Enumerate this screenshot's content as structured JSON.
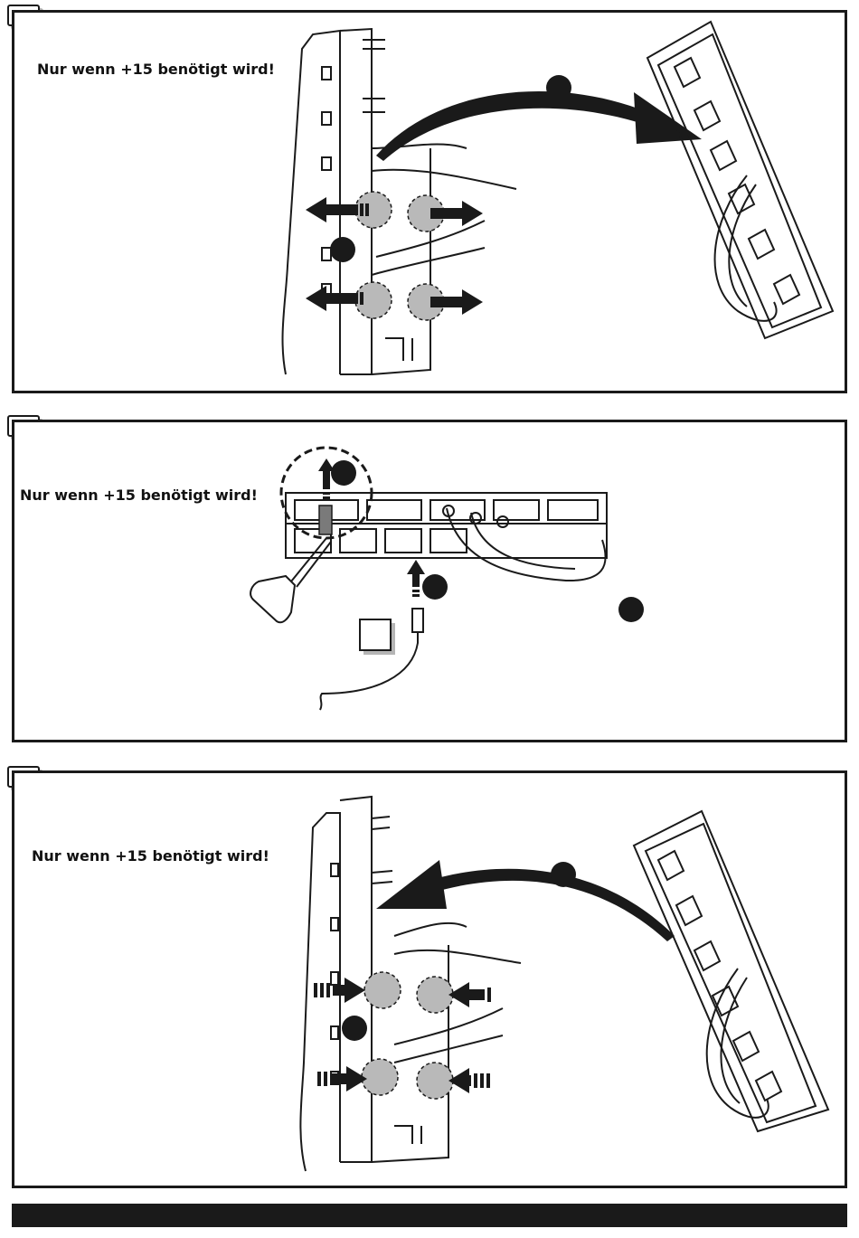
{
  "panels": [
    {
      "note": "Nur wenn +15 benötigt wird!"
    },
    {
      "note": "Nur wenn +15 benötigt wird!"
    },
    {
      "note": "Nur wenn +15 benötigt wird!"
    }
  ],
  "colors": {
    "line": "#1a1a1a",
    "highlight": "#b9b9b9",
    "shadow": "#b5b5b5"
  },
  "icons": [
    "screwdriver-icon",
    "cable-terminal-icon",
    "arrow-icon",
    "step-marker-icon"
  ]
}
